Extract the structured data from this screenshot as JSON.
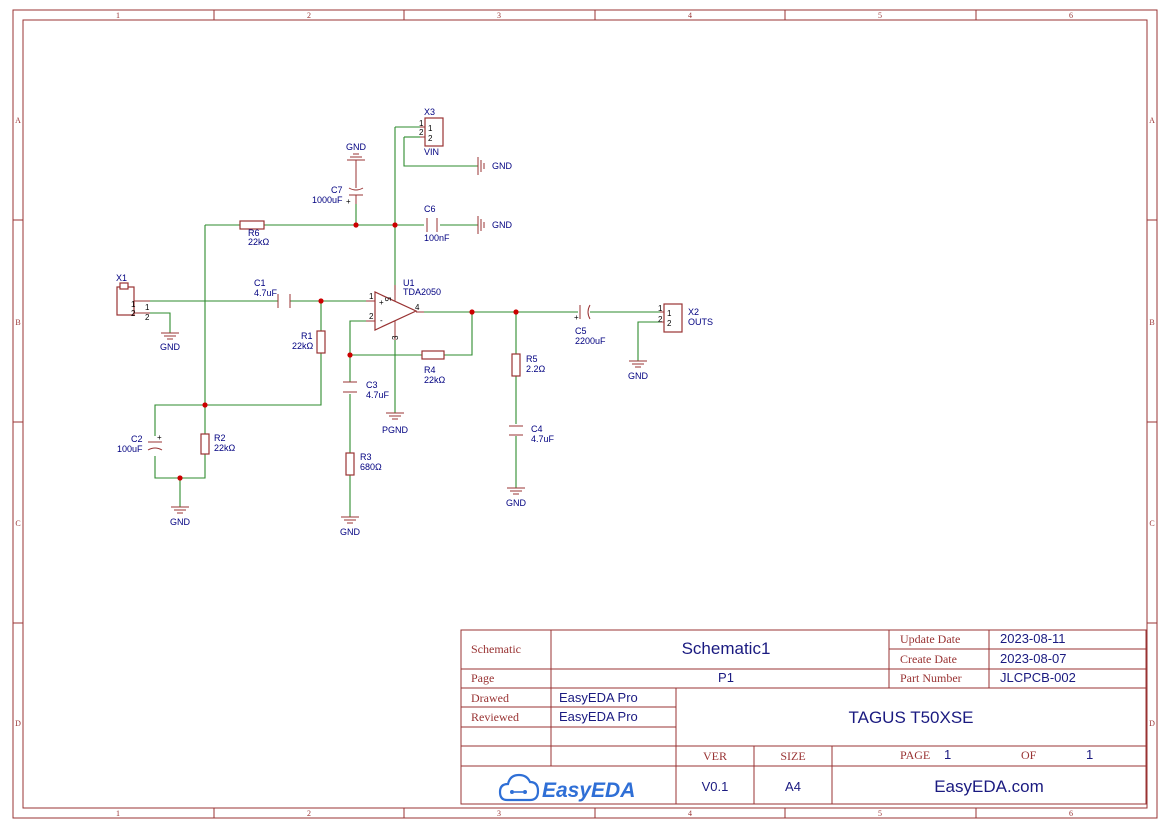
{
  "frame": {
    "columns": [
      "1",
      "2",
      "3",
      "4",
      "5",
      "6"
    ],
    "rows": [
      "A",
      "B",
      "C",
      "D"
    ]
  },
  "components": {
    "X1": {
      "ref": "X1",
      "pins": [
        "1",
        "2"
      ]
    },
    "X2": {
      "ref": "X2",
      "value": "OUTS",
      "pins": [
        "1",
        "2"
      ]
    },
    "X3": {
      "ref": "X3",
      "value": "VIN",
      "pins": [
        "1",
        "2"
      ]
    },
    "U1": {
      "ref": "U1",
      "value": "TDA2050",
      "pins": [
        "1",
        "2",
        "3",
        "4",
        "5"
      ],
      "plus": "+",
      "minus": "-"
    },
    "R1": {
      "ref": "R1",
      "value": "22kΩ"
    },
    "R2": {
      "ref": "R2",
      "value": "22kΩ"
    },
    "R3": {
      "ref": "R3",
      "value": "680Ω"
    },
    "R4": {
      "ref": "R4",
      "value": "22kΩ"
    },
    "R5": {
      "ref": "R5",
      "value": "2.2Ω"
    },
    "R6": {
      "ref": "R6",
      "value": "22kΩ"
    },
    "C1": {
      "ref": "C1",
      "value": "4.7uF"
    },
    "C2": {
      "ref": "C2",
      "value": "100uF"
    },
    "C3": {
      "ref": "C3",
      "value": "4.7uF"
    },
    "C4": {
      "ref": "C4",
      "value": "4.7uF"
    },
    "C5": {
      "ref": "C5",
      "value": "2200uF"
    },
    "C6": {
      "ref": "C6",
      "value": "100nF"
    },
    "C7": {
      "ref": "C7",
      "value": "1000uF"
    }
  },
  "nets": {
    "gnd": "GND",
    "pgnd": "PGND",
    "polarity": "+"
  },
  "title_block": {
    "schematic_label": "Schematic",
    "schematic_value": "Schematic1",
    "update_date_label": "Update Date",
    "update_date": "2023-08-11",
    "create_date_label": "Create Date",
    "create_date": "2023-08-07",
    "page_label": "Page",
    "page_value": "P1",
    "part_number_label": "Part Number",
    "part_number": "JLCPCB-002",
    "drawed_label": "Drawed",
    "drawed_value": "EasyEDA Pro",
    "reviewed_label": "Reviewed",
    "reviewed_value": "EasyEDA Pro",
    "project_title": "TAGUS T50XSE",
    "ver_label": "VER",
    "ver_value": "V0.1",
    "size_label": "SIZE",
    "size_value": "A4",
    "page_num_label": "PAGE",
    "page_num": "1",
    "of_label": "OF",
    "of_num": "1",
    "logo_text": "EasyEDA",
    "website": "EasyEDA.com"
  },
  "colors": {
    "frame": "#993333",
    "wire": "#2e8b2e",
    "label": "#000080",
    "junction": "#cc0000",
    "logo": "#2f6fd6"
  }
}
